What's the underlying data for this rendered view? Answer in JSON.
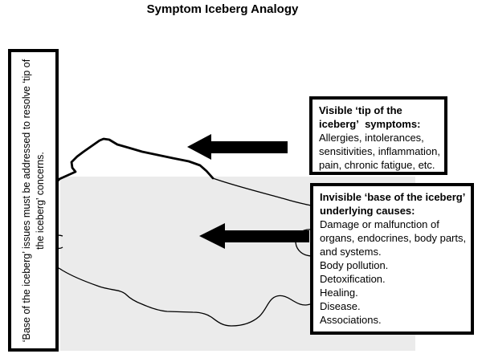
{
  "title": "Symptom Iceberg Analogy",
  "left_note": {
    "line1": "‘Base of the iceberg’ issues must be addressed to resolve ‘tip of",
    "line2": "the iceberg’ concerns."
  },
  "tip_box": {
    "heading_line1": "Visible ‘tip of the",
    "heading_line2": "iceberg’  symptoms:",
    "body_lines": [
      "Allergies, intolerances,",
      "sensitivities, inflammation,",
      "pain, chronic fatigue, etc."
    ]
  },
  "base_box": {
    "heading_line1": "Invisible ‘base of the iceberg’",
    "heading_line2": "underlying causes:",
    "body_lines": [
      "Damage or malfunction of",
      "organs, endocrines, body parts,",
      "and systems.",
      "Body pollution.",
      "Detoxification.",
      "Healing.",
      "Disease.",
      "Associations."
    ]
  },
  "icons": {
    "tip_arrow": "left-arrow",
    "base_arrow": "left-arrow"
  },
  "colors": {
    "water": "#ebebeb",
    "ink": "#000000",
    "background": "#ffffff"
  }
}
